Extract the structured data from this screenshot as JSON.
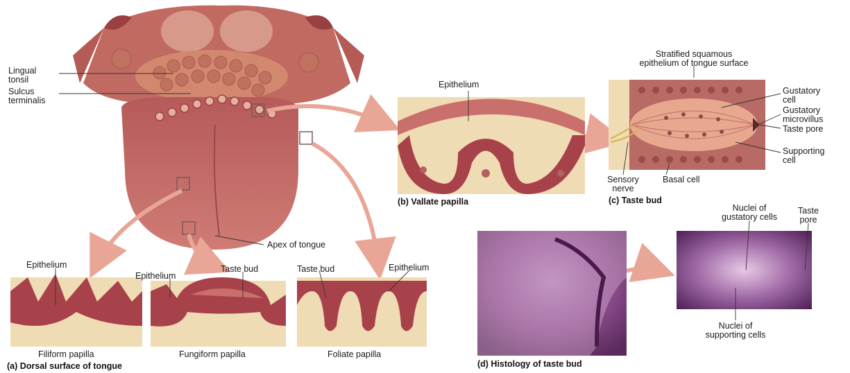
{
  "labels": {
    "lingual_tonsil": "Lingual\ntonsil",
    "sulcus_terminalis": "Sulcus\nterminalis",
    "apex": "Apex of tongue",
    "epithelium_b": "Epithelium",
    "stratified": "Stratified squamous\nepithelium of tongue surface",
    "gustatory_cell": "Gustatory\ncell",
    "gustatory_microvillus": "Gustatory\nmicrovillus",
    "taste_pore": "Taste pore",
    "supporting_cell": "Supporting\ncell",
    "sensory_nerve": "Sensory\nnerve",
    "basal_cell": "Basal cell",
    "epithelium_filiform": "Epithelium",
    "epithelium_fungiform": "Epithelium",
    "taste_bud_fungiform": "Taste bud",
    "taste_bud_foliate": "Taste bud",
    "epithelium_foliate": "Epithelium",
    "filiform": "Filiform papilla",
    "fungiform": "Fungiform papilla",
    "foliate": "Foliate papilla",
    "nuclei_gustatory": "Nuclei of\ngustatory cells",
    "taste_pore_d": "Taste\npore",
    "nuclei_supporting": "Nuclei of\nsupporting cells"
  },
  "captions": {
    "a": "(a) Dorsal surface of tongue",
    "b": "(b) Vallate papilla",
    "c": "(c) Taste bud",
    "d": "(d) Histology of taste bud"
  },
  "colors": {
    "tongue": "#c9706c",
    "tissue": "#f0dcb4",
    "epithelium": "#a8424a",
    "arrow": "#e9a697",
    "histology": "#7d3a78"
  }
}
